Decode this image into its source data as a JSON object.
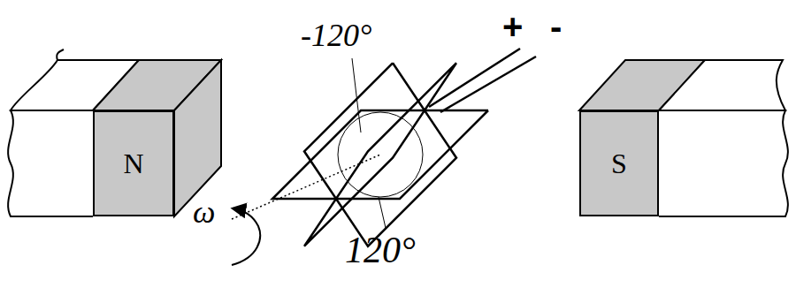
{
  "diagram": {
    "nodes": [
      {
        "text": [
          "N"
        ]
      },
      {
        "text": [
          "S"
        ]
      }
    ],
    "labels": [
      "-120°",
      "+",
      "-",
      "ω",
      "120°"
    ]
  }
}
